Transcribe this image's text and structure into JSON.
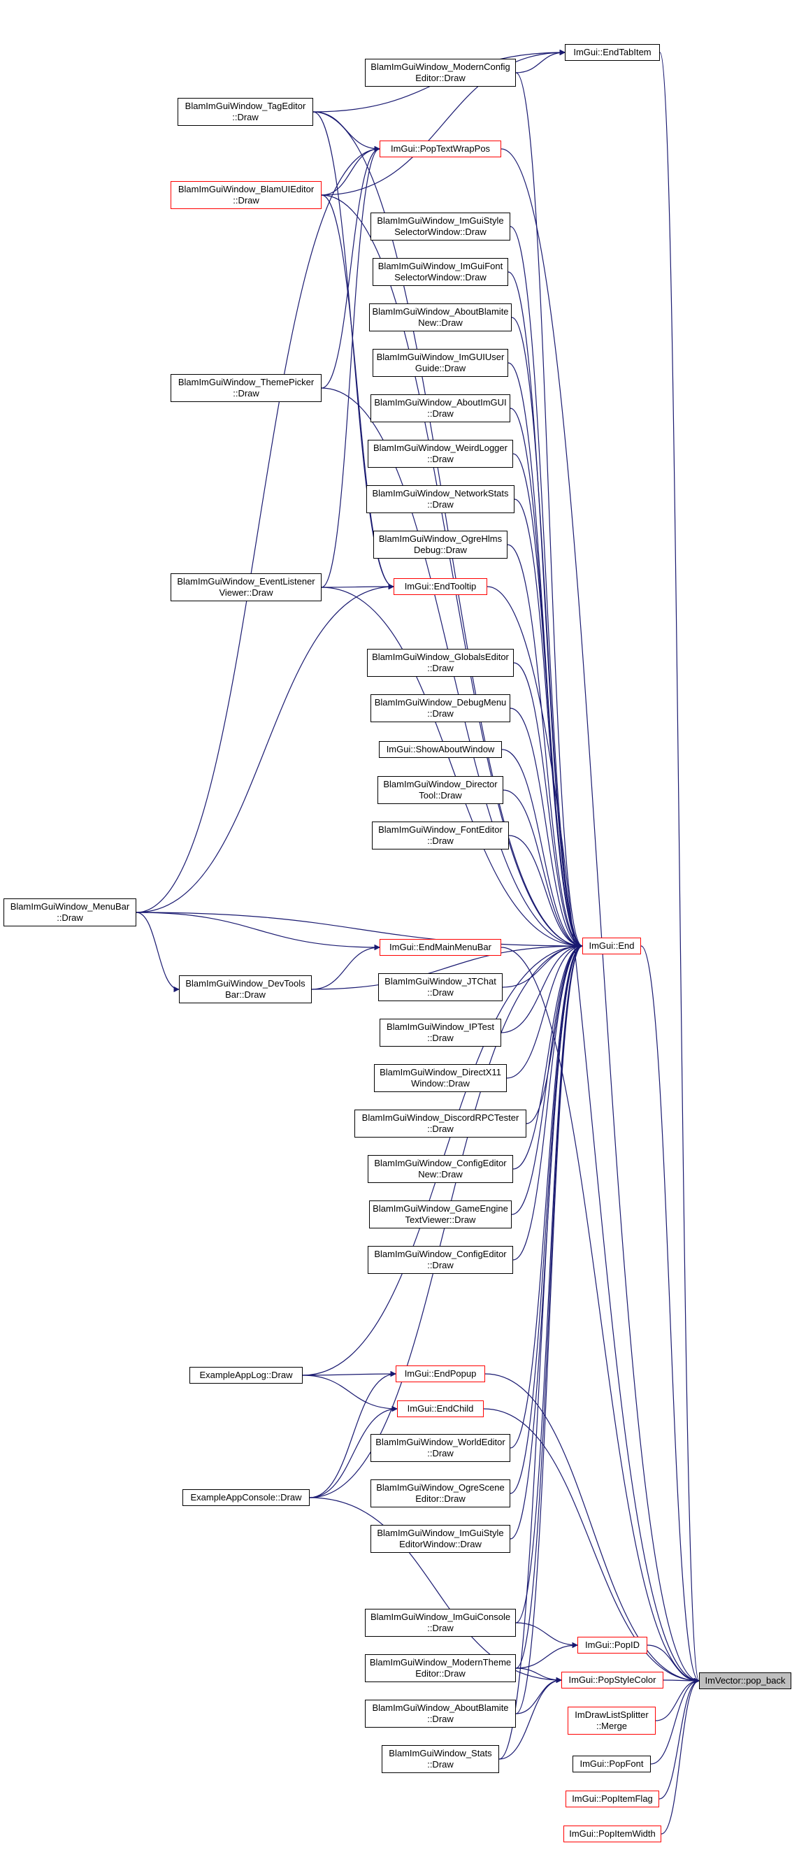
{
  "graph": {
    "edge_color": "#191970",
    "nodes": [
      {
        "id": "pop_back",
        "label": "ImVector::pop_back",
        "style": "focus"
      },
      {
        "id": "EndTabItem",
        "label": "ImGui::EndTabItem",
        "style": "normal"
      },
      {
        "id": "End",
        "label": "ImGui::End",
        "style": "red"
      },
      {
        "id": "PopID",
        "label": "ImGui::PopID",
        "style": "red"
      },
      {
        "id": "PopStyleColor",
        "label": "ImGui::PopStyleColor",
        "style": "red"
      },
      {
        "id": "Merge",
        "label": "ImDrawListSplitter\n::Merge",
        "style": "red"
      },
      {
        "id": "PopFont",
        "label": "ImGui::PopFont",
        "style": "normal"
      },
      {
        "id": "PopItemFlag",
        "label": "ImGui::PopItemFlag",
        "style": "red"
      },
      {
        "id": "PopItemWidth",
        "label": "ImGui::PopItemWidth",
        "style": "red"
      },
      {
        "id": "PopTextWrapPos",
        "label": "ImGui::PopTextWrapPos",
        "style": "red"
      },
      {
        "id": "EndTooltip",
        "label": "ImGui::EndTooltip",
        "style": "red"
      },
      {
        "id": "EndMainMenuBar",
        "label": "ImGui::EndMainMenuBar",
        "style": "red"
      },
      {
        "id": "EndPopup",
        "label": "ImGui::EndPopup",
        "style": "red"
      },
      {
        "id": "EndChild",
        "label": "ImGui::EndChild",
        "style": "red"
      },
      {
        "id": "ModernConfigEditor",
        "label": "BlamImGuiWindow_ModernConfig\nEditor::Draw",
        "style": "normal"
      },
      {
        "id": "TagEditor",
        "label": "BlamImGuiWindow_TagEditor\n::Draw",
        "style": "normal"
      },
      {
        "id": "BlamUIEditor",
        "label": "BlamImGuiWindow_BlamUIEditor\n::Draw",
        "style": "red"
      },
      {
        "id": "ImGuiStyleSelector",
        "label": "BlamImGuiWindow_ImGuiStyle\nSelectorWindow::Draw",
        "style": "normal"
      },
      {
        "id": "ImGuiFontSelector",
        "label": "BlamImGuiWindow_ImGuiFont\nSelectorWindow::Draw",
        "style": "normal"
      },
      {
        "id": "AboutBlamiteNew",
        "label": "BlamImGuiWindow_AboutBlamite\nNew::Draw",
        "style": "normal"
      },
      {
        "id": "ImGUIUserGuide",
        "label": "BlamImGuiWindow_ImGUIUser\nGuide::Draw",
        "style": "normal"
      },
      {
        "id": "AboutImGUI",
        "label": "BlamImGuiWindow_AboutImGUI\n::Draw",
        "style": "normal"
      },
      {
        "id": "ThemePicker",
        "label": "BlamImGuiWindow_ThemePicker\n::Draw",
        "style": "normal"
      },
      {
        "id": "WeirdLogger",
        "label": "BlamImGuiWindow_WeirdLogger\n::Draw",
        "style": "normal"
      },
      {
        "id": "NetworkStats",
        "label": "BlamImGuiWindow_NetworkStats\n::Draw",
        "style": "normal"
      },
      {
        "id": "OgreHlmsDebug",
        "label": "BlamImGuiWindow_OgreHlms\nDebug::Draw",
        "style": "normal"
      },
      {
        "id": "EventListenerViewer",
        "label": "BlamImGuiWindow_EventListener\nViewer::Draw",
        "style": "normal"
      },
      {
        "id": "GlobalsEditor",
        "label": "BlamImGuiWindow_GlobalsEditor\n::Draw",
        "style": "normal"
      },
      {
        "id": "DebugMenu",
        "label": "BlamImGuiWindow_DebugMenu\n::Draw",
        "style": "normal"
      },
      {
        "id": "ShowAboutWindow",
        "label": "ImGui::ShowAboutWindow",
        "style": "normal"
      },
      {
        "id": "DirectorTool",
        "label": "BlamImGuiWindow_Director\nTool::Draw",
        "style": "normal"
      },
      {
        "id": "FontEditor",
        "label": "BlamImGuiWindow_FontEditor\n::Draw",
        "style": "normal"
      },
      {
        "id": "MenuBar",
        "label": "BlamImGuiWindow_MenuBar\n::Draw",
        "style": "normal"
      },
      {
        "id": "DevToolsBar",
        "label": "BlamImGuiWindow_DevTools\nBar::Draw",
        "style": "normal"
      },
      {
        "id": "JTChat",
        "label": "BlamImGuiWindow_JTChat\n::Draw",
        "style": "normal"
      },
      {
        "id": "IPTest",
        "label": "BlamImGuiWindow_IPTest\n::Draw",
        "style": "normal"
      },
      {
        "id": "DirectX11",
        "label": "BlamImGuiWindow_DirectX11\nWindow::Draw",
        "style": "normal"
      },
      {
        "id": "DiscordRPCTester",
        "label": "BlamImGuiWindow_DiscordRPCTester\n::Draw",
        "style": "normal"
      },
      {
        "id": "ConfigEditorNew",
        "label": "BlamImGuiWindow_ConfigEditor\nNew::Draw",
        "style": "normal"
      },
      {
        "id": "GameEngineTextViewer",
        "label": "BlamImGuiWindow_GameEngine\nTextViewer::Draw",
        "style": "normal"
      },
      {
        "id": "ConfigEditor",
        "label": "BlamImGuiWindow_ConfigEditor\n::Draw",
        "style": "normal"
      },
      {
        "id": "ExampleAppLog",
        "label": "ExampleAppLog::Draw",
        "style": "normal"
      },
      {
        "id": "ExampleAppConsole",
        "label": "ExampleAppConsole::Draw",
        "style": "normal"
      },
      {
        "id": "WorldEditor",
        "label": "BlamImGuiWindow_WorldEditor\n::Draw",
        "style": "normal"
      },
      {
        "id": "OgreSceneEditor",
        "label": "BlamImGuiWindow_OgreScene\nEditor::Draw",
        "style": "normal"
      },
      {
        "id": "ImGuiStyleEditor",
        "label": "BlamImGuiWindow_ImGuiStyle\nEditorWindow::Draw",
        "style": "normal"
      },
      {
        "id": "ImGuiConsole",
        "label": "BlamImGuiWindow_ImGuiConsole\n::Draw",
        "style": "normal"
      },
      {
        "id": "ModernThemeEditor",
        "label": "BlamImGuiWindow_ModernTheme\nEditor::Draw",
        "style": "normal"
      },
      {
        "id": "AboutBlamite",
        "label": "BlamImGuiWindow_AboutBlamite\n::Draw",
        "style": "normal"
      },
      {
        "id": "Stats",
        "label": "BlamImGuiWindow_Stats\n::Draw",
        "style": "normal"
      }
    ],
    "edges": [
      [
        "EndTabItem",
        "pop_back"
      ],
      [
        "End",
        "pop_back"
      ],
      [
        "PopID",
        "pop_back"
      ],
      [
        "PopStyleColor",
        "pop_back"
      ],
      [
        "Merge",
        "pop_back"
      ],
      [
        "PopFont",
        "pop_back"
      ],
      [
        "PopItemFlag",
        "pop_back"
      ],
      [
        "PopItemWidth",
        "pop_back"
      ],
      [
        "PopTextWrapPos",
        "pop_back"
      ],
      [
        "ModernConfigEditor",
        "EndTabItem"
      ],
      [
        "TagEditor",
        "EndTabItem"
      ],
      [
        "BlamUIEditor",
        "EndTabItem"
      ],
      [
        "TagEditor",
        "PopTextWrapPos"
      ],
      [
        "BlamUIEditor",
        "PopTextWrapPos"
      ],
      [
        "ThemePicker",
        "PopTextWrapPos"
      ],
      [
        "EventListenerViewer",
        "PopTextWrapPos"
      ],
      [
        "MenuBar",
        "PopTextWrapPos"
      ],
      [
        "TagEditor",
        "EndTooltip"
      ],
      [
        "BlamUIEditor",
        "EndTooltip"
      ],
      [
        "EventListenerViewer",
        "EndTooltip"
      ],
      [
        "MenuBar",
        "EndTooltip"
      ],
      [
        "EndTooltip",
        "pop_back"
      ],
      [
        "EndMainMenuBar",
        "pop_back"
      ],
      [
        "EndPopup",
        "pop_back"
      ],
      [
        "EndChild",
        "pop_back"
      ],
      [
        "MenuBar",
        "EndMainMenuBar"
      ],
      [
        "DevToolsBar",
        "EndMainMenuBar"
      ],
      [
        "MenuBar",
        "DevToolsBar"
      ],
      [
        "ExampleAppLog",
        "EndPopup"
      ],
      [
        "ExampleAppConsole",
        "EndPopup"
      ],
      [
        "ExampleAppLog",
        "EndChild"
      ],
      [
        "ExampleAppConsole",
        "EndChild"
      ],
      [
        "ImGuiConsole",
        "PopID"
      ],
      [
        "ModernThemeEditor",
        "PopID"
      ],
      [
        "AboutBlamite",
        "PopStyleColor"
      ],
      [
        "Stats",
        "PopStyleColor"
      ],
      [
        "ExampleAppConsole",
        "PopStyleColor"
      ],
      [
        "ModernThemeEditor",
        "PopStyleColor"
      ],
      [
        "ModernConfigEditor",
        "End"
      ],
      [
        "TagEditor",
        "End"
      ],
      [
        "BlamUIEditor",
        "End"
      ],
      [
        "ImGuiStyleSelector",
        "End"
      ],
      [
        "ImGuiFontSelector",
        "End"
      ],
      [
        "AboutBlamiteNew",
        "End"
      ],
      [
        "ImGUIUserGuide",
        "End"
      ],
      [
        "AboutImGUI",
        "End"
      ],
      [
        "ThemePicker",
        "End"
      ],
      [
        "WeirdLogger",
        "End"
      ],
      [
        "NetworkStats",
        "End"
      ],
      [
        "OgreHlmsDebug",
        "End"
      ],
      [
        "EventListenerViewer",
        "End"
      ],
      [
        "GlobalsEditor",
        "End"
      ],
      [
        "DebugMenu",
        "End"
      ],
      [
        "ShowAboutWindow",
        "End"
      ],
      [
        "DirectorTool",
        "End"
      ],
      [
        "FontEditor",
        "End"
      ],
      [
        "MenuBar",
        "End"
      ],
      [
        "DevToolsBar",
        "End"
      ],
      [
        "JTChat",
        "End"
      ],
      [
        "IPTest",
        "End"
      ],
      [
        "DirectX11",
        "End"
      ],
      [
        "DiscordRPCTester",
        "End"
      ],
      [
        "ConfigEditorNew",
        "End"
      ],
      [
        "GameEngineTextViewer",
        "End"
      ],
      [
        "ConfigEditor",
        "End"
      ],
      [
        "ExampleAppLog",
        "End"
      ],
      [
        "ExampleAppConsole",
        "End"
      ],
      [
        "WorldEditor",
        "End"
      ],
      [
        "OgreSceneEditor",
        "End"
      ],
      [
        "ImGuiStyleEditor",
        "End"
      ],
      [
        "ImGuiConsole",
        "End"
      ],
      [
        "ModernThemeEditor",
        "End"
      ],
      [
        "AboutBlamite",
        "End"
      ],
      [
        "Stats",
        "End"
      ]
    ]
  }
}
